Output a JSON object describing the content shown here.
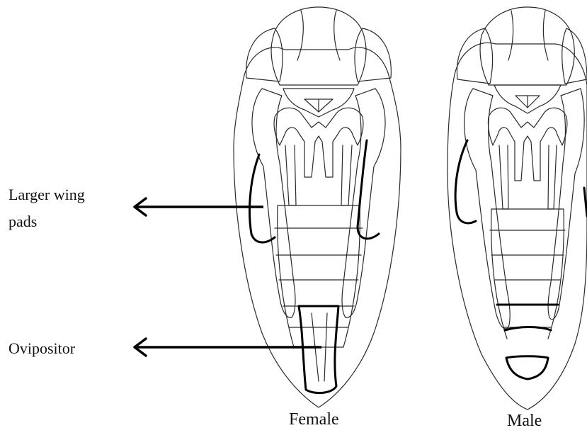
{
  "labels": {
    "wing_pads": "Larger wing\npads",
    "ovipositor": "Ovipositor",
    "female": "Female",
    "male": "Male"
  },
  "colors": {
    "outline": "#2a2a2a",
    "highlight": "#000000",
    "background": "#ffffff"
  }
}
